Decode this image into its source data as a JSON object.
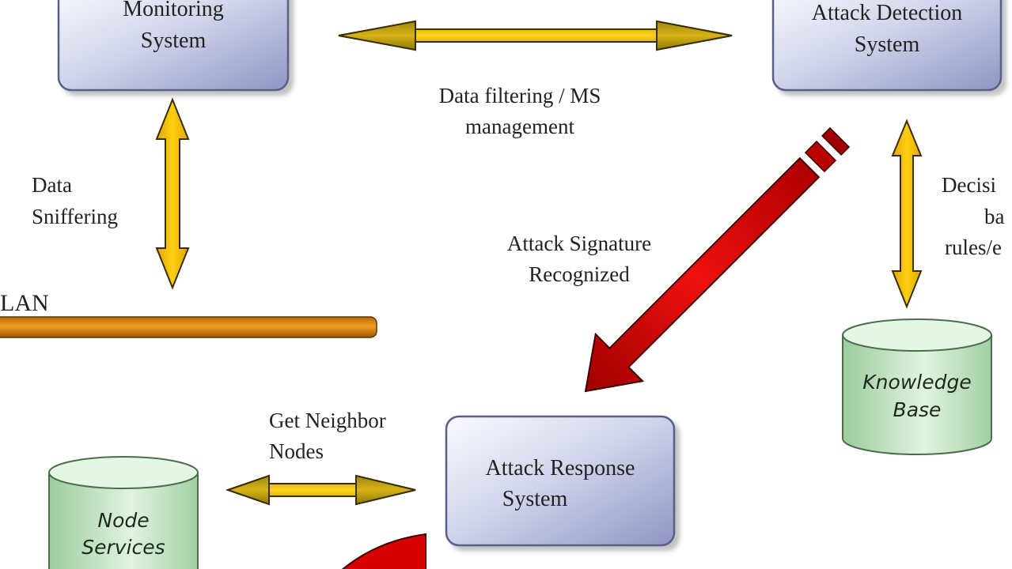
{
  "diagram": {
    "title": "Attack detection and response architecture",
    "nodes": {
      "monitoring": {
        "lines": [
          "Monitoring",
          "System"
        ]
      },
      "detection": {
        "lines": [
          "Attack Detection",
          "System"
        ]
      },
      "response": {
        "lines": [
          "Attack Response",
          "System"
        ]
      },
      "knowledge_base": {
        "lines": [
          "Knowledge",
          "Base"
        ]
      },
      "node_services": {
        "lines": [
          "Node",
          "Services"
        ]
      },
      "lan": {
        "label": "LAN"
      }
    },
    "edges": {
      "monitoring_detection": {
        "lines": [
          "Data filtering / MS",
          "management"
        ],
        "direction": "bidirectional"
      },
      "monitoring_lan": {
        "lines": [
          "Data",
          "Sniffering"
        ],
        "direction": "bidirectional"
      },
      "detection_knowledge": {
        "lines": [
          "Decisi",
          "ba",
          "rules/e"
        ],
        "direction": "bidirectional"
      },
      "detection_response": {
        "lines": [
          "Attack Signature",
          "Recognized"
        ],
        "direction": "detection-to-response"
      },
      "response_nodeservices": {
        "lines": [
          "Get Neighbor",
          "Nodes"
        ],
        "direction": "bidirectional"
      }
    },
    "colors": {
      "box_fill_light": "#f4f4fa",
      "box_fill_dark": "#8f95c4",
      "box_stroke": "#5a5f86",
      "db_fill_light": "#e3f5e3",
      "db_fill_dark": "#a6d4a6",
      "db_stroke": "#4c6c4c",
      "arrow_yellow": "#f3c200",
      "arrow_olive": "#b09a10",
      "arrow_red": "#d80000",
      "lan_orange": "#d98b10"
    }
  }
}
